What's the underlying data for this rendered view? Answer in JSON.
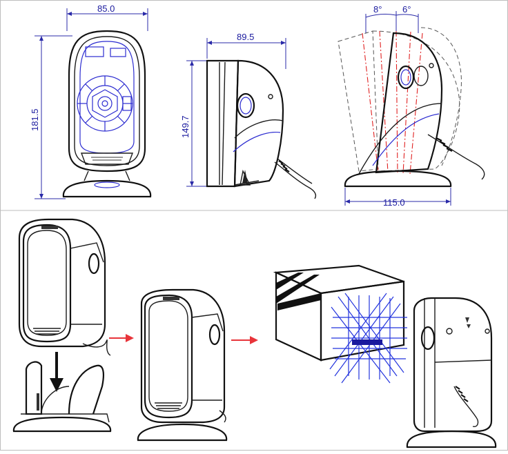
{
  "dimensions": {
    "front_width": "85.0",
    "front_height": "181.5",
    "side_depth": "89.5",
    "side_height": "149.7",
    "tilt_back": "8°",
    "tilt_forward": "6°",
    "base_width": "115.0"
  },
  "colors": {
    "dimension": "#1a1a9e",
    "arrow": "#e8343a",
    "scan_lines": "#2233dd",
    "border": "#bdbdbd"
  }
}
